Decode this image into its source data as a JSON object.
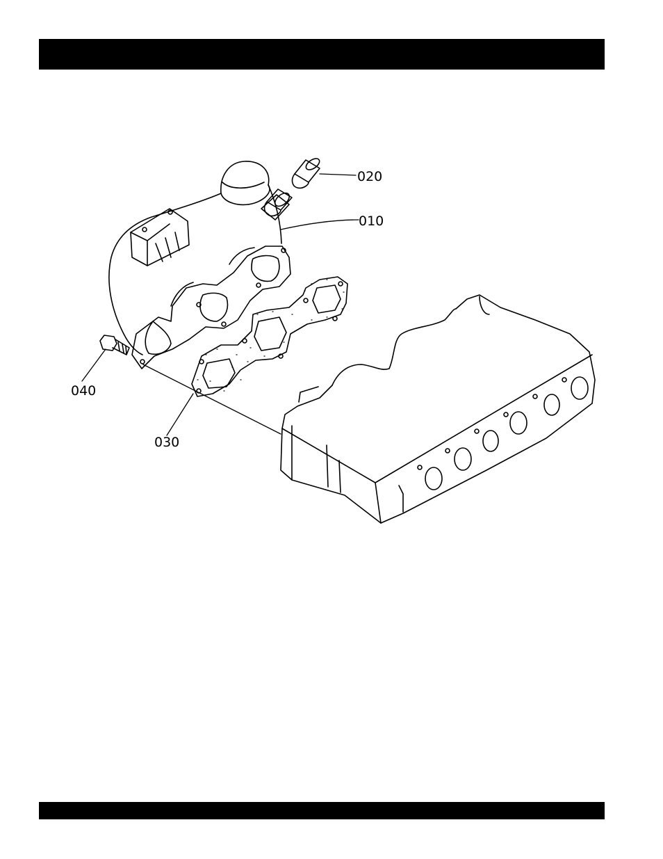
{
  "header_bar": {
    "color": "#000000"
  },
  "footer_bar": {
    "color": "#000000"
  },
  "diagram": {
    "parts": [
      {
        "ref": "010",
        "name": "exhaust-manifold"
      },
      {
        "ref": "020",
        "name": "pipe-fitting"
      },
      {
        "ref": "030",
        "name": "manifold-gasket"
      },
      {
        "ref": "040",
        "name": "flange-bolt"
      }
    ],
    "labels": {
      "p010": "010",
      "p020": "020",
      "p030": "030",
      "p040": "040"
    }
  }
}
